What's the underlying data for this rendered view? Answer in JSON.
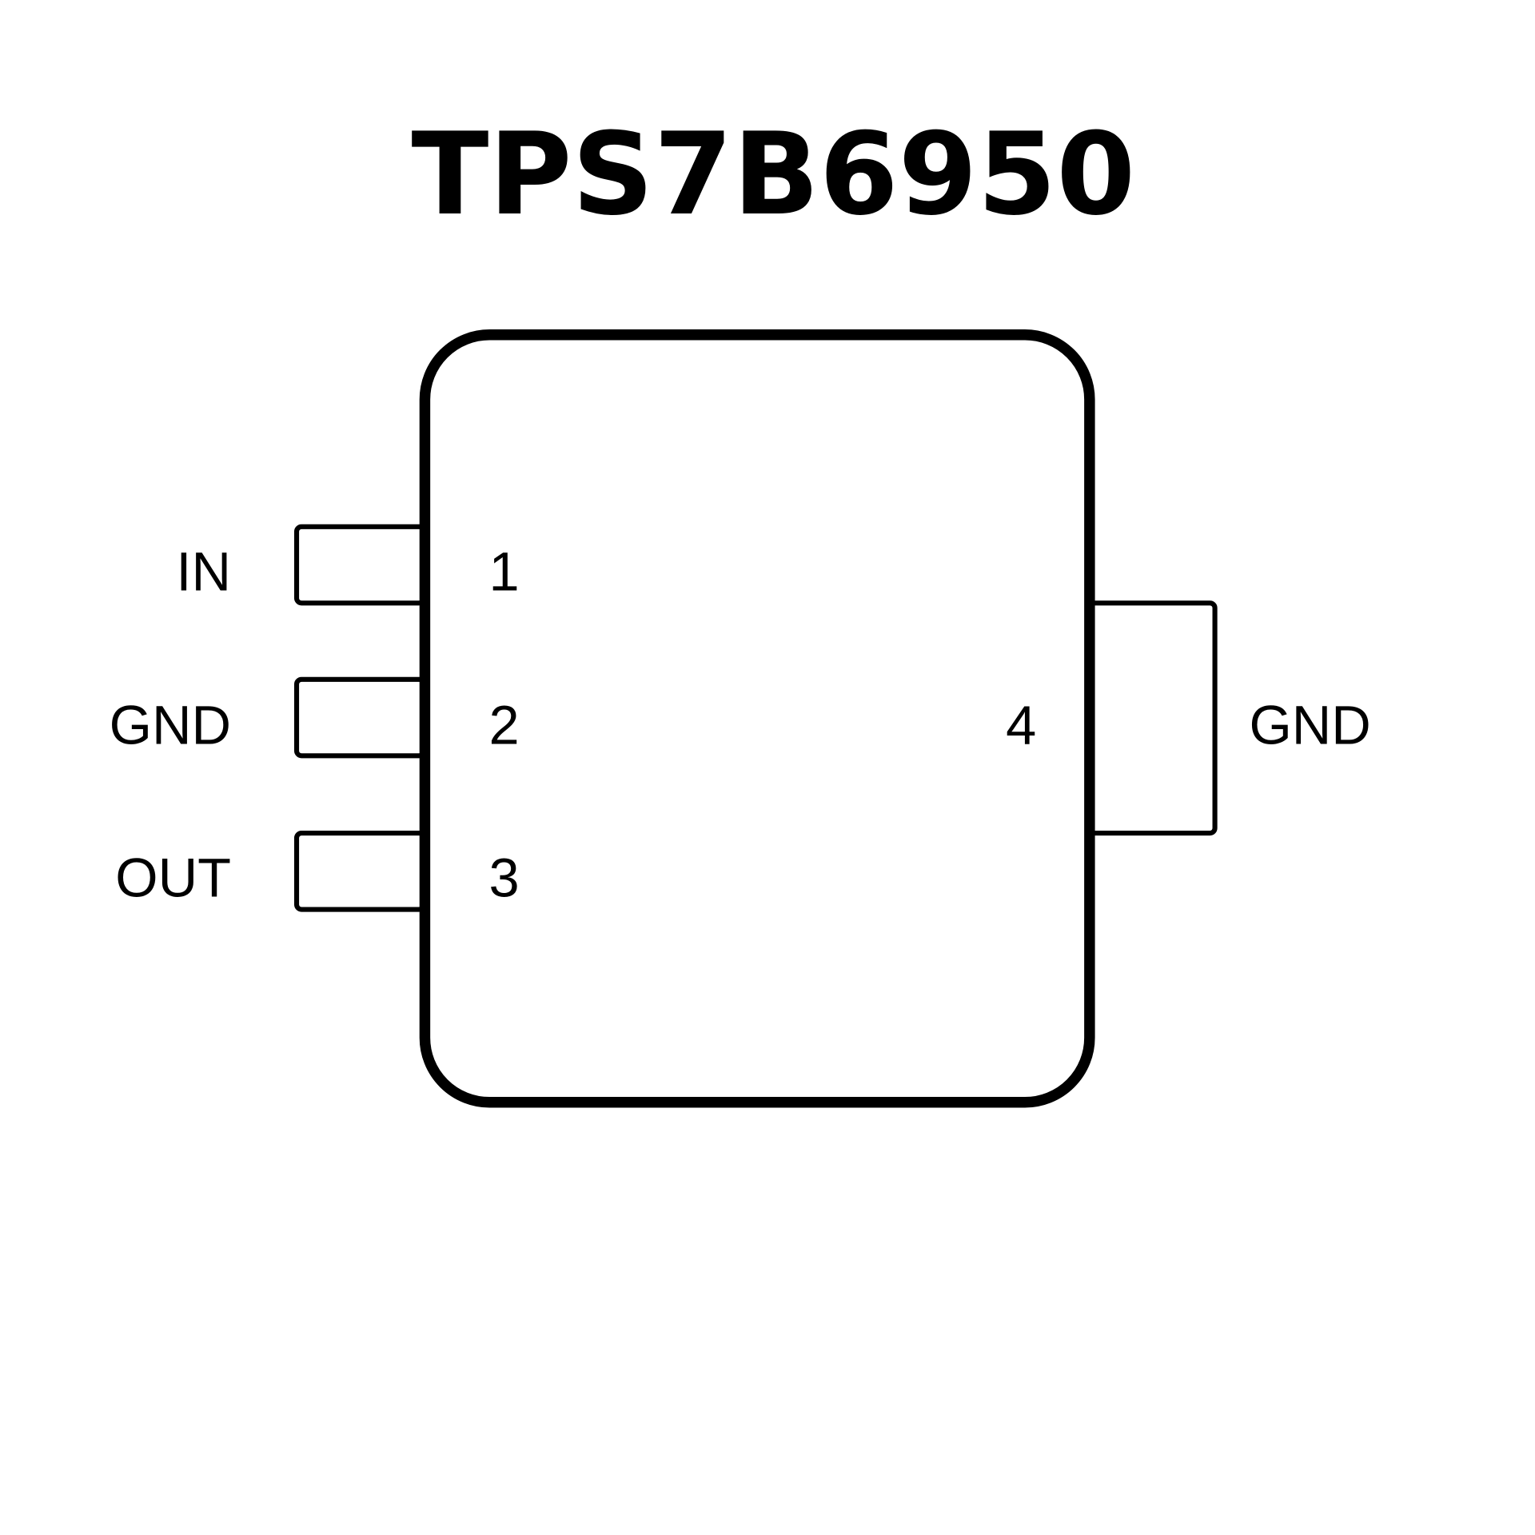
{
  "title": "TPS7B6950",
  "pins": [
    {
      "number": "1",
      "name": "IN"
    },
    {
      "number": "2",
      "name": "GND"
    },
    {
      "number": "3",
      "name": "OUT"
    },
    {
      "number": "4",
      "name": "GND"
    }
  ],
  "colors": {
    "stroke": "#000000",
    "background": "#ffffff"
  }
}
